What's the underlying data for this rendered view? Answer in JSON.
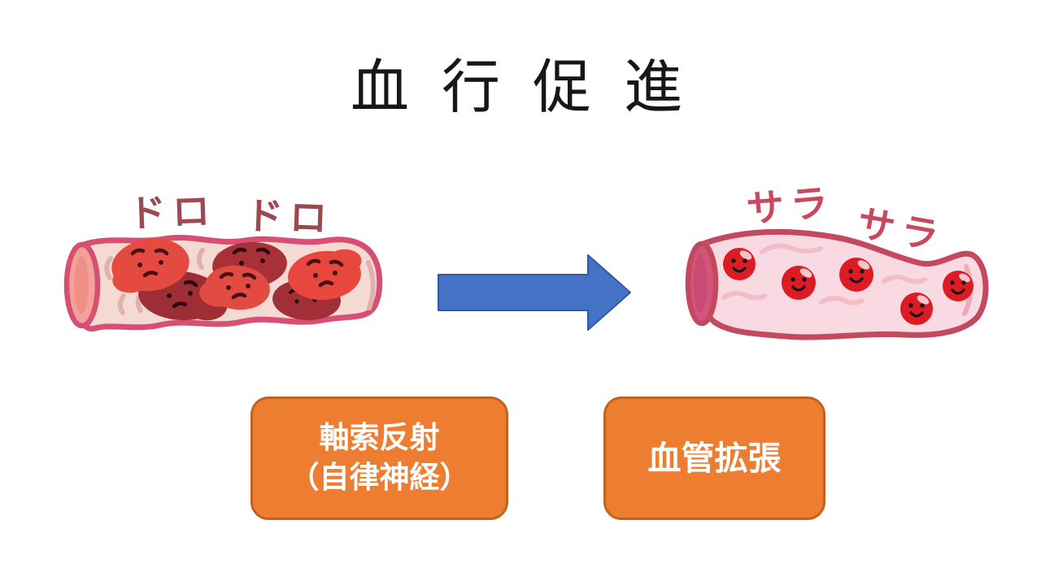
{
  "title": "血 行 促 進",
  "labels": {
    "before": [
      "ドロ",
      "ドロ"
    ],
    "after": [
      "サラ",
      "サラ"
    ]
  },
  "boxes": [
    {
      "lines": [
        "軸索反射",
        "（自律神経）"
      ]
    },
    {
      "lines": [
        "血管拡張"
      ]
    }
  ],
  "icons": {
    "arrow": "right-arrow"
  },
  "colors": {
    "title_text": "#171717",
    "arrow_blue": "#4472C4",
    "arrow_border": "#35599E",
    "box_orange": "#ED7D31",
    "box_border": "#C2621D",
    "box_text": "#FFFFFF",
    "before_label_text": "#9C4A52",
    "after_label_text": "#C8495D",
    "before_vessel_outline": "#D75073",
    "before_vessel_fill": "#F4DAD3",
    "before_vessel_opening": "#F3A29A",
    "clot_red": "#E54A40",
    "clot_dark_red": "#9E2E36",
    "after_vessel_outline": "#C4485E",
    "after_vessel_fill": "#FADAE2",
    "after_vessel_opening": "#D2557C",
    "blood_cell_red": "#DC1B24"
  }
}
